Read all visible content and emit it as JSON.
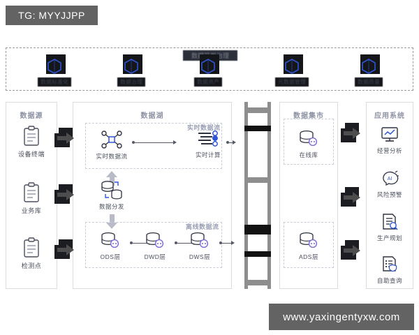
{
  "watermarks": {
    "tg_tag": "TG: MYYJJPP",
    "site": "www.yaxingentyxw.com"
  },
  "governance_band": {
    "title": "数据开发治理",
    "items": [
      {
        "label": "数据标准化",
        "icon": "cube-icon",
        "redacted": true
      },
      {
        "label": "数据治理",
        "icon": "cube-icon",
        "redacted": true
      },
      {
        "label": "数据资产",
        "icon": "cube-icon",
        "redacted": true
      },
      {
        "label": "元数据管理",
        "icon": "cube-icon",
        "redacted": true
      },
      {
        "label": "数据质量",
        "icon": "cube-icon",
        "redacted": true
      }
    ]
  },
  "panels": {
    "source": {
      "title": "数据源",
      "nodes": [
        {
          "label": "设备终端",
          "icon": "clipboard-icon"
        },
        {
          "label": "业务库",
          "icon": "clipboard-icon"
        },
        {
          "label": "检测点",
          "icon": "clipboard-icon"
        }
      ]
    },
    "lake": {
      "title": "数据湖",
      "realtime_tag": "实时数据流",
      "offline_tag": "离线数据流",
      "realtime_nodes": [
        {
          "label": "实时数据流",
          "icon": "network-graph-icon"
        },
        {
          "label": "实时计算",
          "icon": "stream-compute-icon"
        }
      ],
      "distribute_node": {
        "label": "数据分发",
        "icon": "database-sync-icon"
      },
      "offline_nodes": [
        {
          "label": "ODS层",
          "icon": "database-icon"
        },
        {
          "label": "DWD层",
          "icon": "database-icon"
        },
        {
          "label": "DWS层",
          "icon": "database-icon"
        }
      ]
    },
    "mart": {
      "title": "数据集市",
      "nodes": [
        {
          "label": "在线库",
          "icon": "database-icon"
        },
        {
          "label": "ADS层",
          "icon": "database-icon"
        }
      ]
    },
    "app": {
      "title": "应用系统",
      "nodes": [
        {
          "label": "经营分析",
          "icon": "monitor-chart-icon"
        },
        {
          "label": "风险预警",
          "icon": "ai-brain-icon"
        },
        {
          "label": "生产规划",
          "icon": "document-search-icon"
        },
        {
          "label": "自助查询",
          "icon": "document-shield-icon"
        }
      ]
    }
  },
  "colors": {
    "accent_blue": "#2f55d4",
    "icon_gray": "#4a4f5c",
    "panel_border": "#dcdcdc",
    "dash_border": "#c9cdd8",
    "tag_gray": "#9aa0b4",
    "redact_black": "#141619",
    "watermark_gray": "#636363",
    "arrow_gray": "#b9bcc6"
  }
}
